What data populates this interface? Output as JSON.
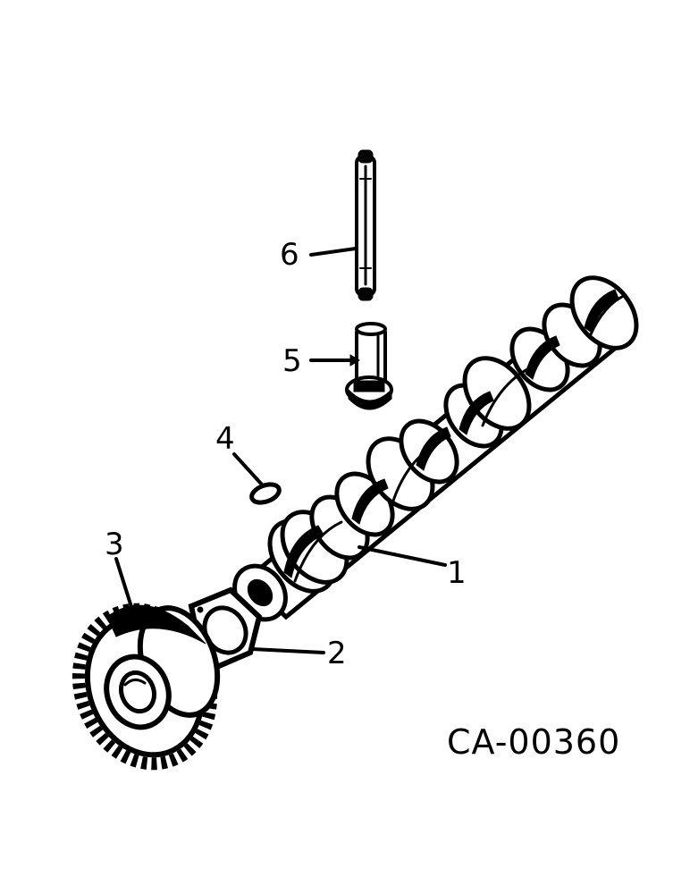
{
  "diagram": {
    "drawing_code": "CA-00360",
    "callouts": [
      {
        "id": "1",
        "label": "1",
        "part_icon": "camshaft-icon"
      },
      {
        "id": "2",
        "label": "2",
        "part_icon": "thrust-plate-icon"
      },
      {
        "id": "3",
        "label": "3",
        "part_icon": "camshaft-gear-icon"
      },
      {
        "id": "4",
        "label": "4",
        "part_icon": "key-icon"
      },
      {
        "id": "5",
        "label": "5",
        "part_icon": "tappet-icon"
      },
      {
        "id": "6",
        "label": "6",
        "part_icon": "push-rod-icon"
      }
    ]
  }
}
